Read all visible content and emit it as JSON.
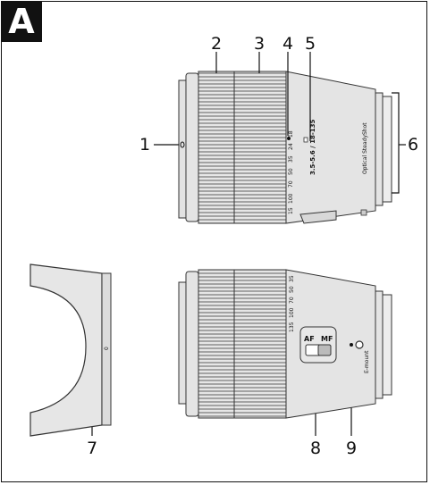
{
  "panel_label": "A",
  "callouts": [
    "1",
    "2",
    "3",
    "4",
    "5",
    "6",
    "7",
    "8",
    "9"
  ],
  "lens_top": {
    "focal_scale": [
      "15",
      "100",
      "70",
      "50",
      "35",
      "24",
      "18"
    ],
    "spec_text": "3.5-5.6 / 18-135",
    "stab_text": "Optical SteadyShot"
  },
  "lens_bottom": {
    "focal_scale": [
      "135",
      "100",
      "70",
      "50",
      "35"
    ],
    "mount_text": "E-mount",
    "switch_af": "AF",
    "switch_mf": "MF"
  },
  "hood": {
    "mark": "0"
  }
}
